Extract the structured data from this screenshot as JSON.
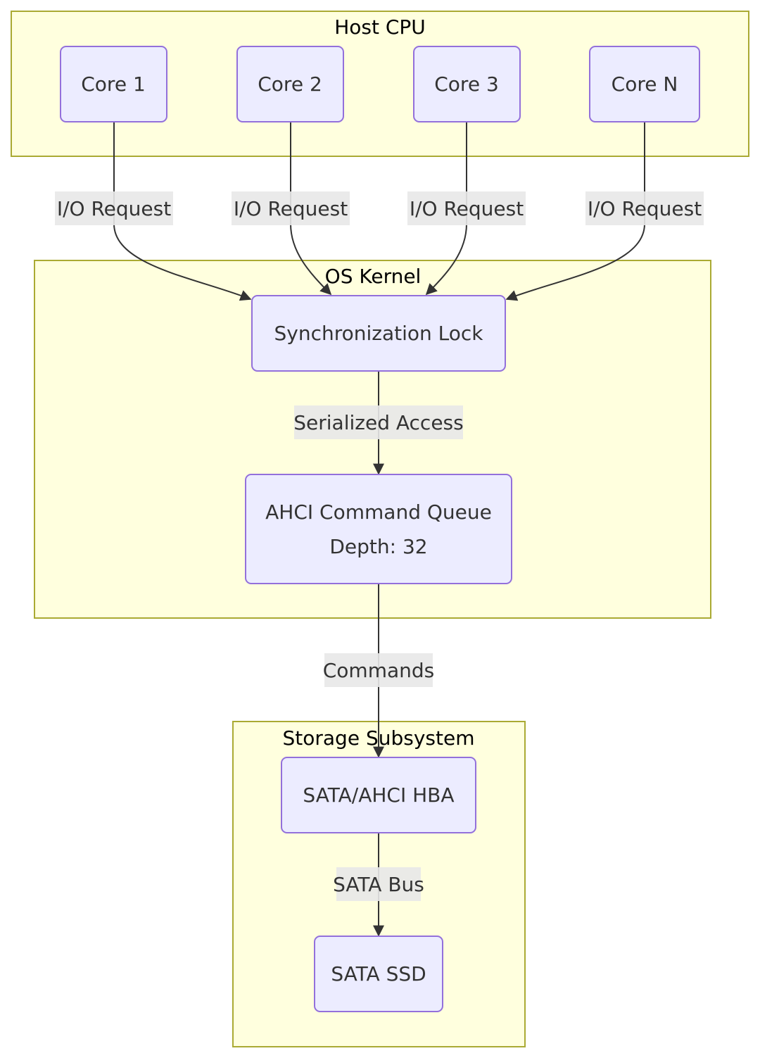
{
  "clusters": {
    "host_cpu": "Host CPU",
    "os_kernel": "OS Kernel",
    "storage": "Storage Subsystem"
  },
  "nodes": {
    "core1": "Core 1",
    "core2": "Core 2",
    "core3": "Core 3",
    "coreN": "Core N",
    "lock": "Synchronization Lock",
    "queue_line1": "AHCI Command Queue",
    "queue_line2": "Depth: 32",
    "hba": "SATA/AHCI HBA",
    "ssd": "SATA SSD"
  },
  "edges": {
    "io1": "I/O Request",
    "io2": "I/O Request",
    "io3": "I/O Request",
    "ioN": "I/O Request",
    "serialized": "Serialized Access",
    "commands": "Commands",
    "sata_bus": "SATA Bus"
  },
  "colors": {
    "cluster_fill": "#ffffde",
    "cluster_stroke": "#aaaa33",
    "node_fill": "#ececff",
    "node_stroke": "#9370db",
    "edge": "#333333",
    "edge_label_bg": "#e8e8e8"
  }
}
